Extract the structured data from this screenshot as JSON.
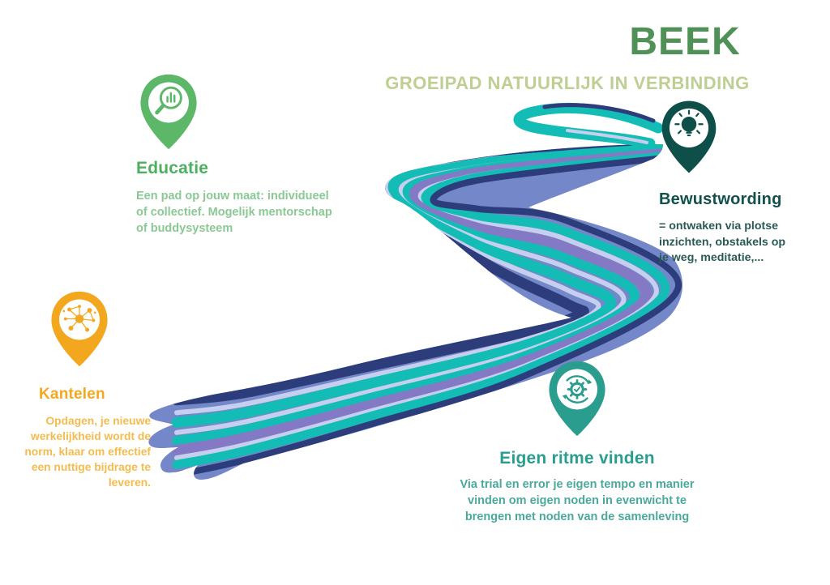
{
  "header": {
    "title": "BEEK",
    "subtitle": "GROEIPAD NATUURLIJK IN VERBINDING",
    "title_color": "#4f9157",
    "subtitle_color": "#bdcf92"
  },
  "milestones": [
    {
      "id": "educatie",
      "label": "Educatie",
      "description": "Een pad op jouw maat: individueel of collectief. Mogelijk mentorschap of buddysysteem",
      "color": "#5cb769",
      "heading_color": "#4cb05f",
      "body_color": "#8bc994",
      "icon": "magnifier-chart-icon"
    },
    {
      "id": "bewustwording",
      "label": "Bewustwording",
      "description": "= ontwaken via plotse inzichten, obstakels op je weg, meditatie,...",
      "color": "#0f4f4a",
      "heading_color": "#11504b",
      "body_color": "#2a5a55",
      "icon": "lightbulb-icon"
    },
    {
      "id": "kantelen",
      "label": "Kantelen",
      "description": "Opdagen, je nieuwe werkelijkheid wordt de norm, klaar om effectief een nuttige bijdrage te leveren.",
      "color": "#f2a71f",
      "heading_color": "#f5a81f",
      "body_color": "#f6bb4e",
      "icon": "network-icon"
    },
    {
      "id": "eigen-ritme",
      "label": "Eigen ritme vinden",
      "description": "Via trial en error je eigen tempo en manier vinden om eigen noden in evenwicht te brengen met noden van de samenleving",
      "color": "#2a9d8f",
      "heading_color": "#2a9d8f",
      "body_color": "#4aa99b",
      "icon": "cycle-gear-icon"
    }
  ],
  "river": {
    "palette": {
      "base": "#7487c9",
      "navy": "#2d3d7c",
      "teal": "#13bcb4",
      "lavender": "#c6cfee",
      "slate": "#8379c5"
    }
  }
}
